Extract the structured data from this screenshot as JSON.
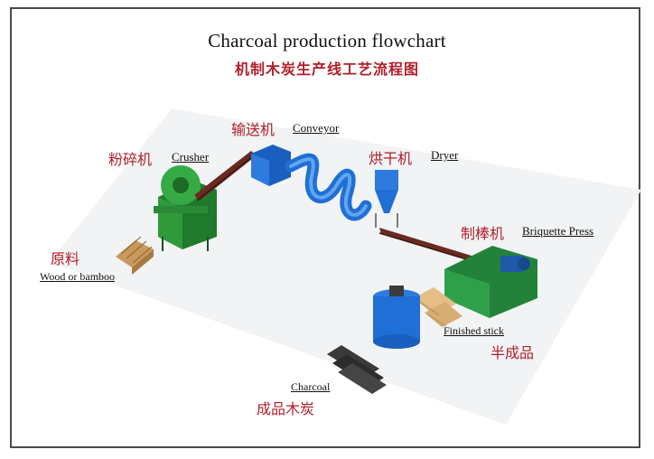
{
  "title": "Charcoal production flowchart",
  "subtitle": "机制木炭生产线工艺流程图",
  "stages": {
    "raw": {
      "zh": "原料",
      "en": "Wood or bamboo"
    },
    "crusher": {
      "zh": "粉碎机",
      "en": "Crusher"
    },
    "conveyor": {
      "zh": "输送机",
      "en": "Conveyor"
    },
    "dryer": {
      "zh": "烘干机",
      "en": "Dryer"
    },
    "press": {
      "zh": "制棒机",
      "en": "Briquette Press"
    },
    "stick": {
      "zh": "半成品",
      "en": "Finished stick"
    },
    "charcoal": {
      "zh": "成品木炭",
      "en": "Charcoal"
    }
  },
  "colors": {
    "machine_green": "#2f9a3c",
    "dryer_blue": "#1f6fd6",
    "label_red": "#b11f2a",
    "charcoal_gray": "#3a3a3a",
    "wood": "#d9b07a"
  }
}
